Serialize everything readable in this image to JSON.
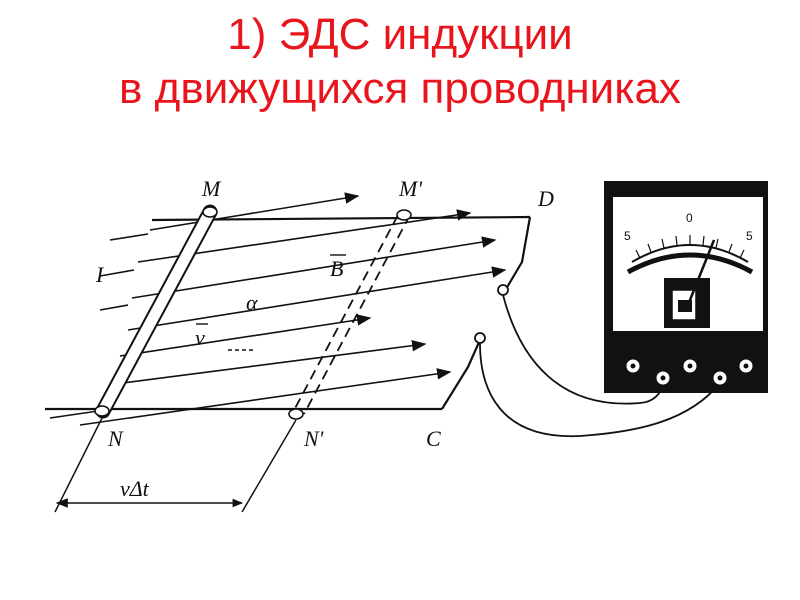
{
  "title": {
    "line1": "1) ЭДС индукции",
    "line2": "в движущихся проводниках"
  },
  "labels": {
    "M": "M",
    "M_prime": "M'",
    "N": "N",
    "N_prime": "N'",
    "D": "D",
    "C": "C",
    "I": "I",
    "B": "B",
    "alpha": "α",
    "v": "v",
    "v_dt": "vΔt"
  },
  "meter": {
    "scale_left": "5",
    "scale_mid": "0",
    "scale_right": "5"
  },
  "colors": {
    "title": "#e8161c",
    "ink": "#111111"
  }
}
